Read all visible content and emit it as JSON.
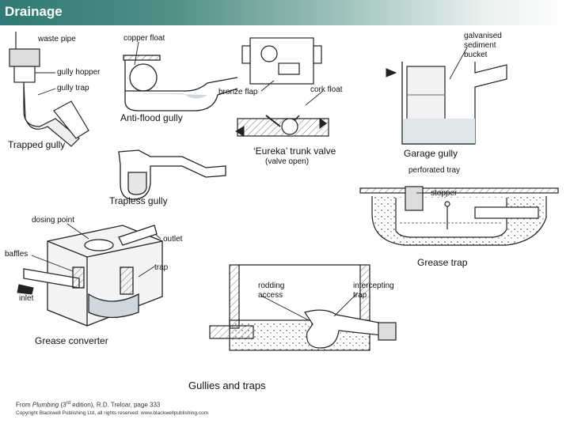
{
  "title": "Drainage",
  "labels": {
    "waste_pipe": "waste pipe",
    "copper_float": "copper float",
    "galvanised_sediment_bucket": "galvanised\nsediment\nbucket",
    "gully_hopper": "gully hopper",
    "gully_trap": "gully trap",
    "bronze_flap": "bronze flap",
    "cork_float": "cork float",
    "anti_flood_gully": "Anti-flood gully",
    "trapped_gully": "Trapped gully",
    "eureka_trunk_valve": "‘Eureka’ trunk valve",
    "valve_open": "(valve open)",
    "garage_gully": "Garage gully",
    "perforated_tray": "perforated tray",
    "stopper": "stopper",
    "trapless_gully": "Trapless gully",
    "dosing_point": "dosing point",
    "outlet": "outlet",
    "baffles": "baffles",
    "grease_trap": "Grease trap",
    "trap": "trap",
    "rodding_access": "rodding\naccess",
    "intercepting_trap": "intercepting\ntrap",
    "inlet": "inlet",
    "grease_converter": "Grease converter",
    "gullies_and_traps": "Gullies and traps"
  },
  "footer": {
    "source_prefix": "From ",
    "source_book": "Plumbing",
    "source_ed_open": " (3",
    "source_ed_sup": "rd",
    "source_rest": " edition), R.D. Treloar, page 333",
    "copyright": "Copyright Blackwell Publishing Ltd, all rights reserved: www.blackwellpublishing.com"
  }
}
